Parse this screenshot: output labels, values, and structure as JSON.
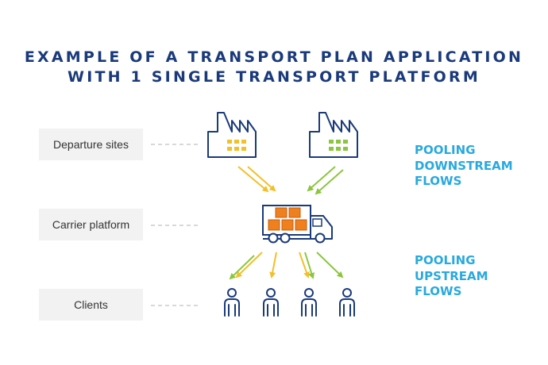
{
  "title": {
    "line1": "EXAMPLE OF A TRANSPORT PLAN APPLICATION",
    "line2": "WITH 1 SINGLE TRANSPORT PLATFORM"
  },
  "rows": {
    "departure": "Departure sites",
    "carrier": "Carrier platform",
    "clients": "Clients"
  },
  "pooling": {
    "downstream": [
      "POOLING",
      "DOWNSTREAM",
      "FLOWS"
    ],
    "upstream": [
      "POOLING",
      "UPSTREAM",
      "FLOWS"
    ]
  },
  "icons": {
    "factory_left": "factory-icon",
    "factory_right": "factory-icon",
    "truck": "truck-icon",
    "person": "person-icon"
  },
  "colors": {
    "title": "#1a3a7a",
    "icon_stroke": "#1a3a7a",
    "yellow": "#f2c028",
    "green": "#8cc63f",
    "orange": "#f07f1e",
    "pooling_text": "#29a9df",
    "label_bg": "#f2f2f2"
  }
}
